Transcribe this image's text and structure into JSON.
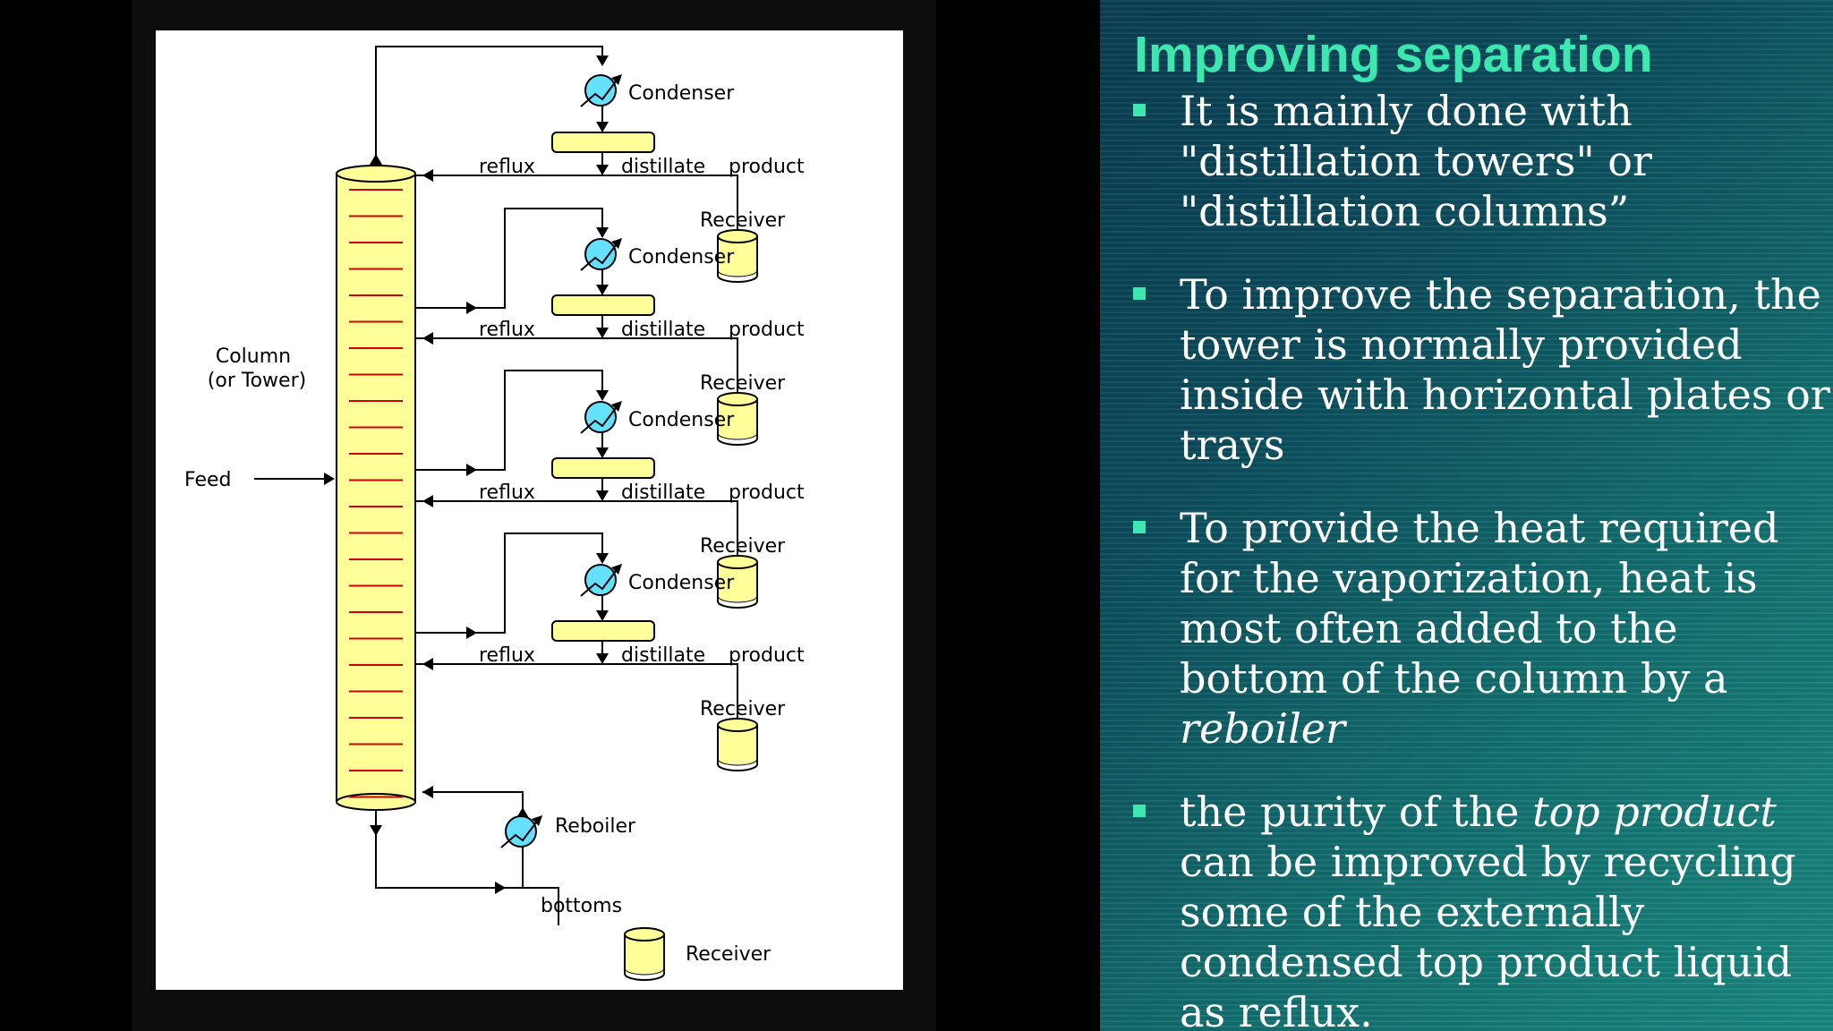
{
  "diagram": {
    "condenser_label": "Condenser",
    "receiver_label": "Receiver",
    "reflux_label": "reflux",
    "distillate_label": "distillate",
    "product_label": "product",
    "column_label_1": "Column",
    "column_label_2": "(or Tower)",
    "feed_label": "Feed",
    "reboiler_label": "Reboiler",
    "bottoms_label": "bottoms",
    "colors": {
      "vessel_fill": "#ffff99",
      "tray_line": "#cc0000",
      "exchanger_fill": "#66e0ff"
    }
  },
  "slide": {
    "title": "Improving separation",
    "bullets": [
      {
        "parts": [
          {
            "text": "It is mainly done with \"distillation towers\" or \"distillation columns”",
            "italic": false
          }
        ]
      },
      {
        "parts": [
          {
            "text": "To improve the separation, the tower is normally provided inside with horizontal plates or trays",
            "italic": false
          }
        ]
      },
      {
        "parts": [
          {
            "text": "To provide the heat required for the vaporization, heat is most often added to the bottom of the column by a ",
            "italic": false
          },
          {
            "text": "reboiler",
            "italic": true
          }
        ]
      },
      {
        "parts": [
          {
            "text": "the purity of the ",
            "italic": false
          },
          {
            "text": "top product",
            "italic": true
          },
          {
            "text": " can be improved by recycling some of the externally condensed top product liquid as reflux.",
            "italic": false
          }
        ]
      }
    ]
  }
}
